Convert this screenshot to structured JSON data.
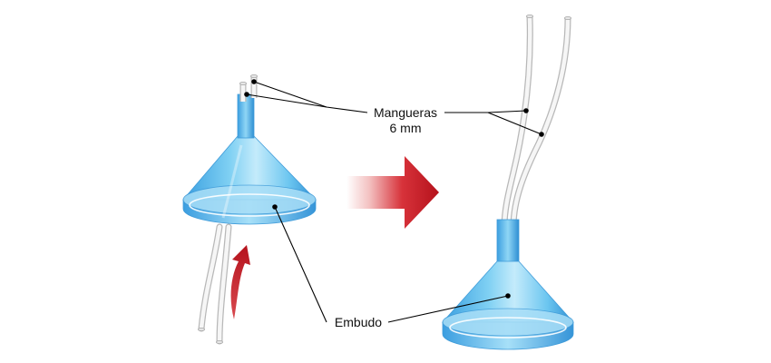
{
  "labels": {
    "hoses_line1": "Mangueras",
    "hoses_line2": "6 mm",
    "funnel": "Embudo"
  },
  "colors": {
    "funnel_light": "#a9ddf6",
    "funnel_mid": "#5ec2ee",
    "funnel_dark": "#2f8fd3",
    "arrow_red": "#cc1f2a",
    "arrow_light": "#f2c4c4",
    "hose_stroke": "#bdbdbd",
    "hose_fill": "#f4f4f4"
  },
  "icons": {
    "left_funnel": "funnel-with-tubes-before",
    "right_funnel": "funnel-with-tubes-after",
    "transition_arrow": "right-arrow",
    "insert_arrow": "curved-up-arrow"
  }
}
